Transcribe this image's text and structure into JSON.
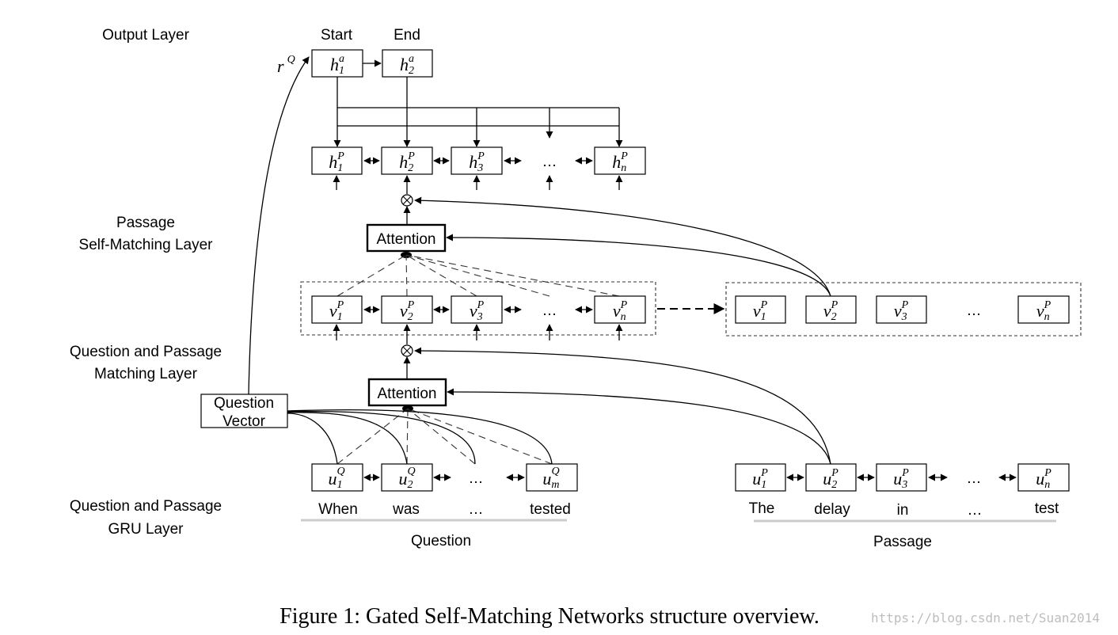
{
  "layers": {
    "output": "Output Layer",
    "self_matching_1": "Passage",
    "self_matching_2": "Self-Matching Layer",
    "qp_matching_1": "Question and Passage",
    "qp_matching_2": "Matching Layer",
    "gru_1": "Question and Passage",
    "gru_2": "GRU Layer"
  },
  "output": {
    "start": "Start",
    "end": "End",
    "h_base": "h",
    "h_sup": "a",
    "subs": [
      "1",
      "2"
    ]
  },
  "rq": {
    "base": "r",
    "sup": "Q"
  },
  "hp": {
    "base": "h",
    "sup": "P",
    "subs": [
      "1",
      "2",
      "3",
      "n"
    ]
  },
  "vp": {
    "base": "v",
    "sup": "P",
    "subs": [
      "1",
      "2",
      "3",
      "n"
    ]
  },
  "vp_right": {
    "base": "v",
    "sup": "P",
    "subs": [
      "1",
      "2",
      "3",
      "n"
    ]
  },
  "uq": {
    "base": "u",
    "sup": "Q",
    "subs": [
      "1",
      "2",
      "m"
    ]
  },
  "up": {
    "base": "u",
    "sup": "P",
    "subs": [
      "1",
      "2",
      "3",
      "n"
    ]
  },
  "ellipsis": "…",
  "attention_label": "Attention",
  "question_vector": {
    "line1": "Question",
    "line2": "Vector"
  },
  "question_words": [
    "When",
    "was",
    "…",
    "tested"
  ],
  "passage_words": [
    "The",
    "delay",
    "in",
    "…",
    "test"
  ],
  "question_label": "Question",
  "passage_label": "Passage",
  "caption": "Figure 1: Gated Self-Matching Networks structure overview.",
  "watermark": "https://blog.csdn.net/Suan2014"
}
